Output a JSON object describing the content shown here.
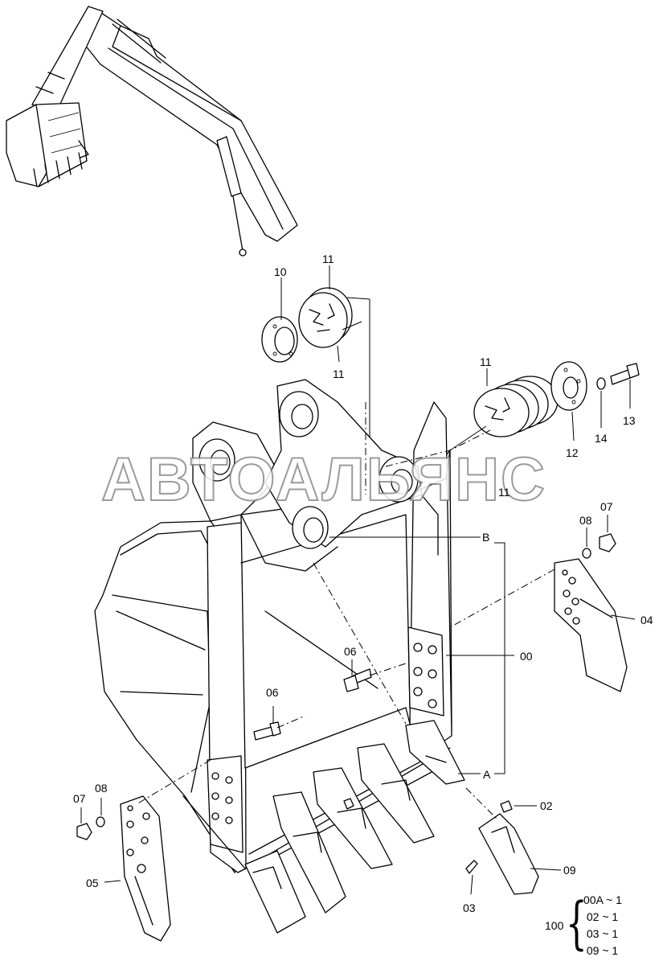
{
  "watermark": "АВТОАЛЬЯНС",
  "callouts": {
    "c00": "00",
    "c02": "02",
    "c03": "03",
    "c04": "04",
    "c05": "05",
    "c06a": "06",
    "c06b": "06",
    "c07a": "07",
    "c07b": "07",
    "c08a": "08",
    "c08b": "08",
    "c09": "09",
    "c10": "10",
    "c11a": "11",
    "c11b": "11",
    "c11c": "11",
    "c11d": "11",
    "c12": "12",
    "c13": "13",
    "c14": "14",
    "refA": "A",
    "refB": "B"
  },
  "kit": {
    "code": "100",
    "rows": [
      "00A ~ 1",
      " 02 ~ 1",
      " 03 ~ 1",
      " 09 ~ 1"
    ]
  },
  "colors": {
    "line": "#000000",
    "background": "#ffffff",
    "watermark_outline": "#8a8a8a"
  }
}
